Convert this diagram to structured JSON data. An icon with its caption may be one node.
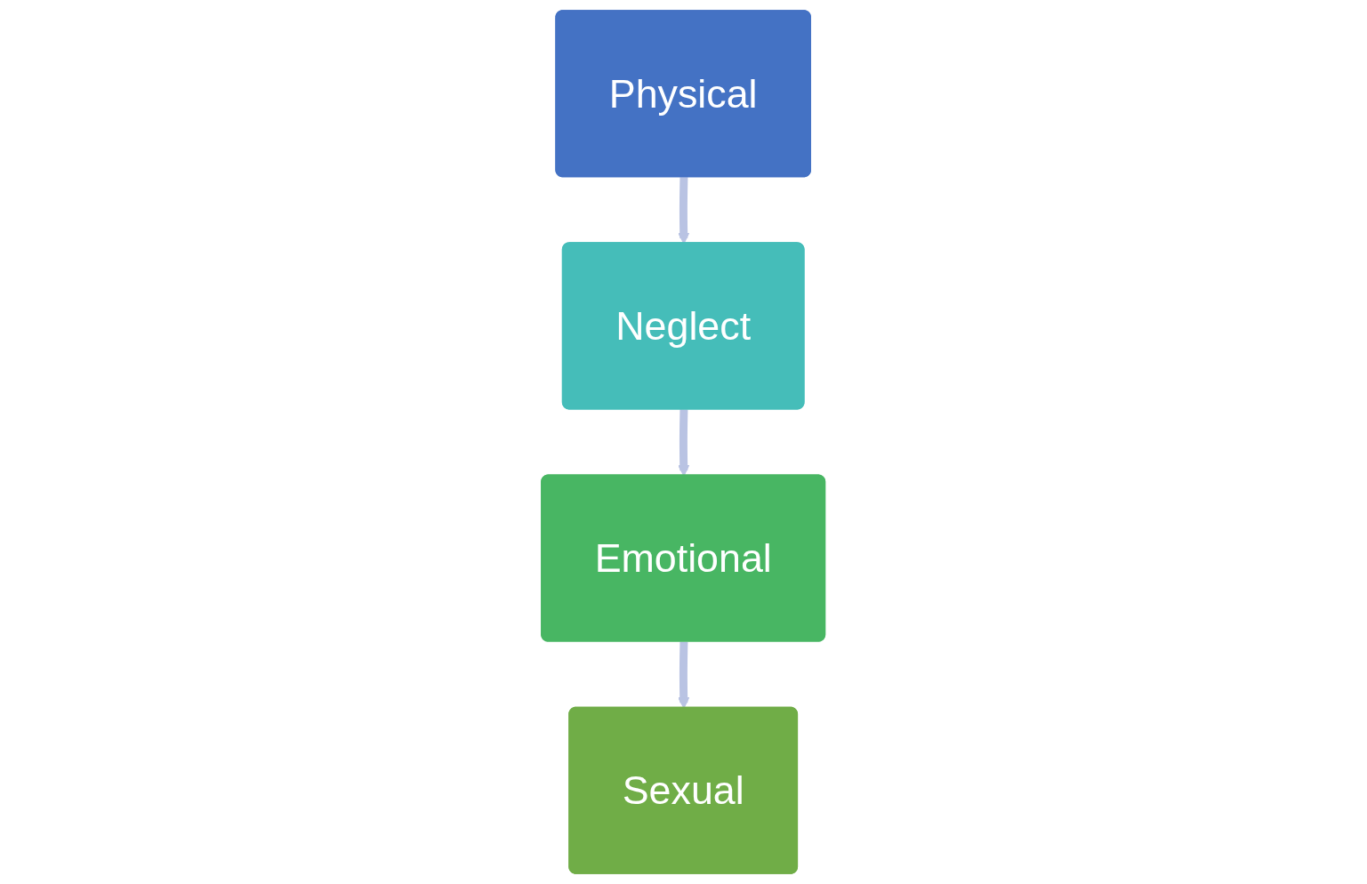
{
  "diagram": {
    "nodes": [
      {
        "text": [
          "Physical"
        ]
      },
      {
        "text": [
          "Neglect"
        ]
      },
      {
        "text": [
          "Emotional"
        ]
      },
      {
        "text": [
          "Sexual"
        ]
      }
    ],
    "edges": [
      {
        "from": 0,
        "to": 1,
        "arrow": "to"
      },
      {
        "from": 1,
        "to": 2,
        "arrow": "to"
      },
      {
        "from": 2,
        "to": 3,
        "arrow": "to"
      }
    ]
  }
}
